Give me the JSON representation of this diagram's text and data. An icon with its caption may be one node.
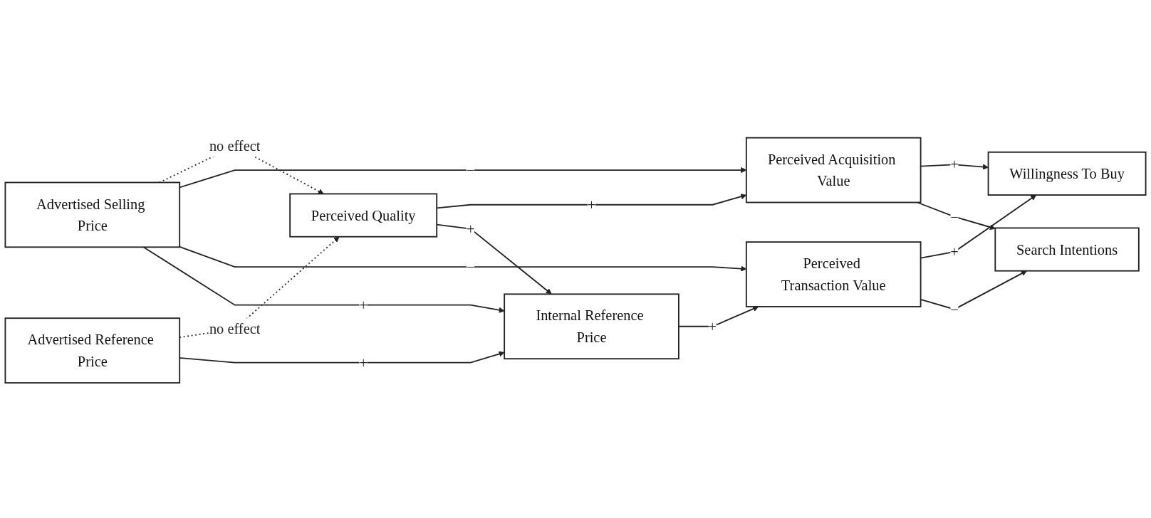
{
  "diagram": {
    "nodes": [
      {
        "text": [
          "Perceived Quality"
        ]
      },
      {
        "text": [
          "Advertised Selling Price"
        ]
      },
      {
        "text": [
          "Advertised Reference Price"
        ]
      },
      {
        "text": [
          "Internal Reference Price"
        ]
      },
      {
        "text": [
          "Perceived Acquisition Value"
        ]
      },
      {
        "text": [
          "Perceived Transaction Value"
        ]
      },
      {
        "text": [
          "Willingness To Buy"
        ]
      },
      {
        "text": [
          "Search Intentions"
        ]
      }
    ],
    "edges": [
      {
        "from": 2,
        "to": 0,
        "arrow": "to",
        "label": "no effect",
        "style": "dashed"
      },
      {
        "from": 1,
        "to": 0,
        "arrow": "to",
        "label": "no effect",
        "style": "dashed"
      },
      {
        "from": 0,
        "to": 4,
        "arrow": "to",
        "label": "+"
      },
      {
        "from": 1,
        "to": 4,
        "arrow": "to",
        "label": "−"
      },
      {
        "from": 1,
        "to": 5,
        "arrow": "to",
        "label": "−"
      },
      {
        "from": 1,
        "to": 3,
        "arrow": "to",
        "label": "+"
      },
      {
        "from": 0,
        "to": 3,
        "arrow": "to",
        "label": "+"
      },
      {
        "from": 2,
        "to": 3,
        "arrow": "to",
        "label": "+"
      },
      {
        "from": 3,
        "to": 5,
        "arrow": "to",
        "label": "+"
      },
      {
        "from": 4,
        "to": 6,
        "arrow": "to",
        "label": "+"
      },
      {
        "from": 4,
        "to": 7,
        "arrow": "to",
        "label": "−"
      },
      {
        "from": 5,
        "to": 6,
        "arrow": "to",
        "label": "+"
      },
      {
        "from": 5,
        "to": 7,
        "arrow": "to",
        "label": "−"
      }
    ]
  }
}
